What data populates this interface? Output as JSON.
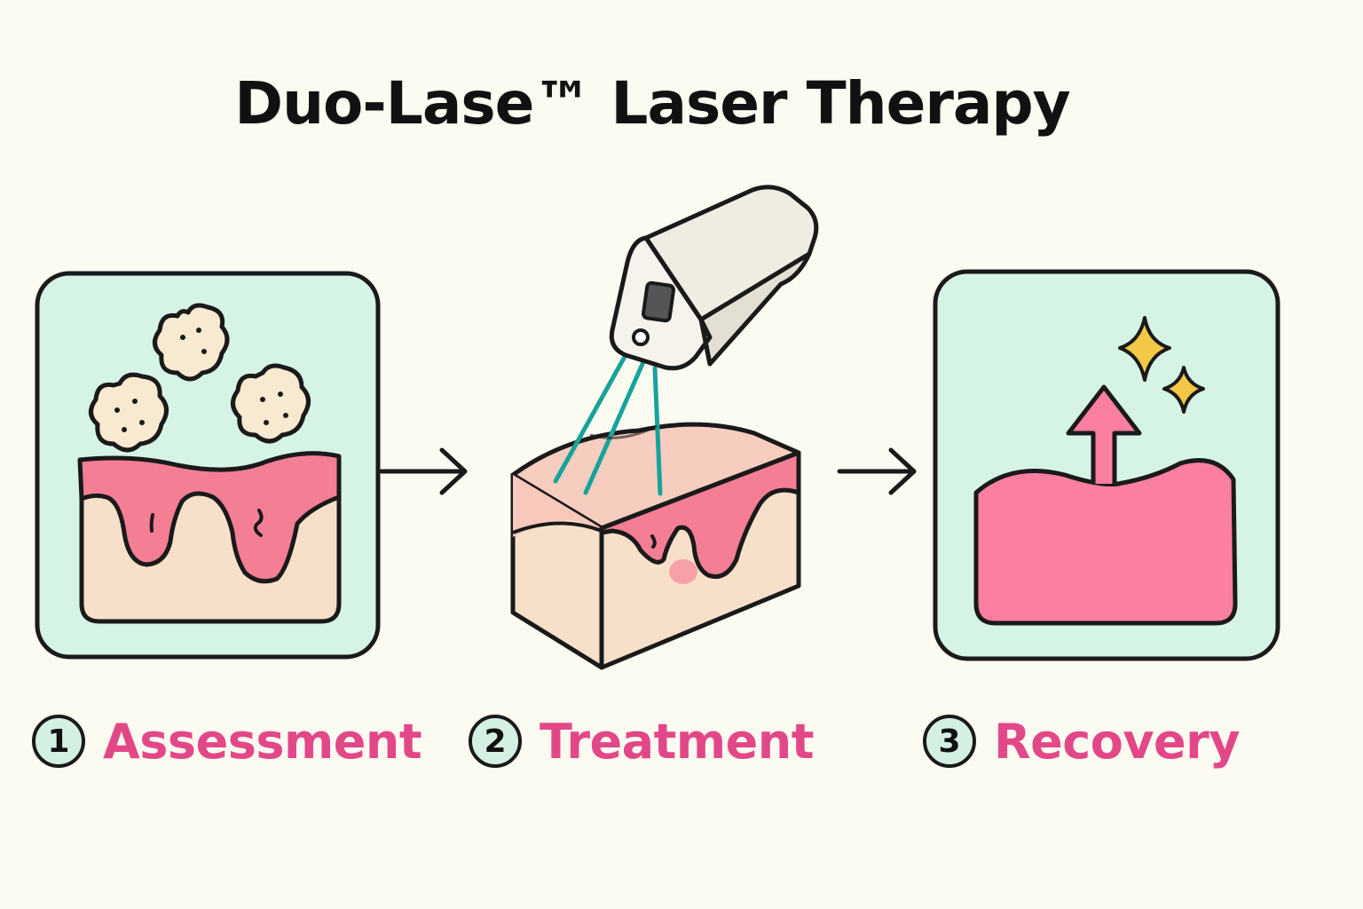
{
  "title": "Duo-Lase™ Laser Therapy",
  "steps": [
    {
      "number": "1",
      "label": "Assessment"
    },
    {
      "number": "2",
      "label": "Treatment"
    },
    {
      "number": "3",
      "label": "Recovery"
    }
  ],
  "colors": {
    "background": "#fcfbf1",
    "panel_fill": "#d6f4e6",
    "skin_pink": "#f47f95",
    "skin_base": "#f7e0c9",
    "recovery_pink": "#fa7fa0",
    "laser_beam": "#17a39a",
    "sparkle": "#f2c846",
    "label_pink": "#e24888",
    "outline": "#1a1a1a"
  },
  "icons": {
    "step1": "acne-skin-cross-section-icon",
    "step2": "laser-device-skin-block-icon",
    "step3": "healed-skin-arrow-sparkle-icon",
    "connector": "right-arrow-icon"
  }
}
